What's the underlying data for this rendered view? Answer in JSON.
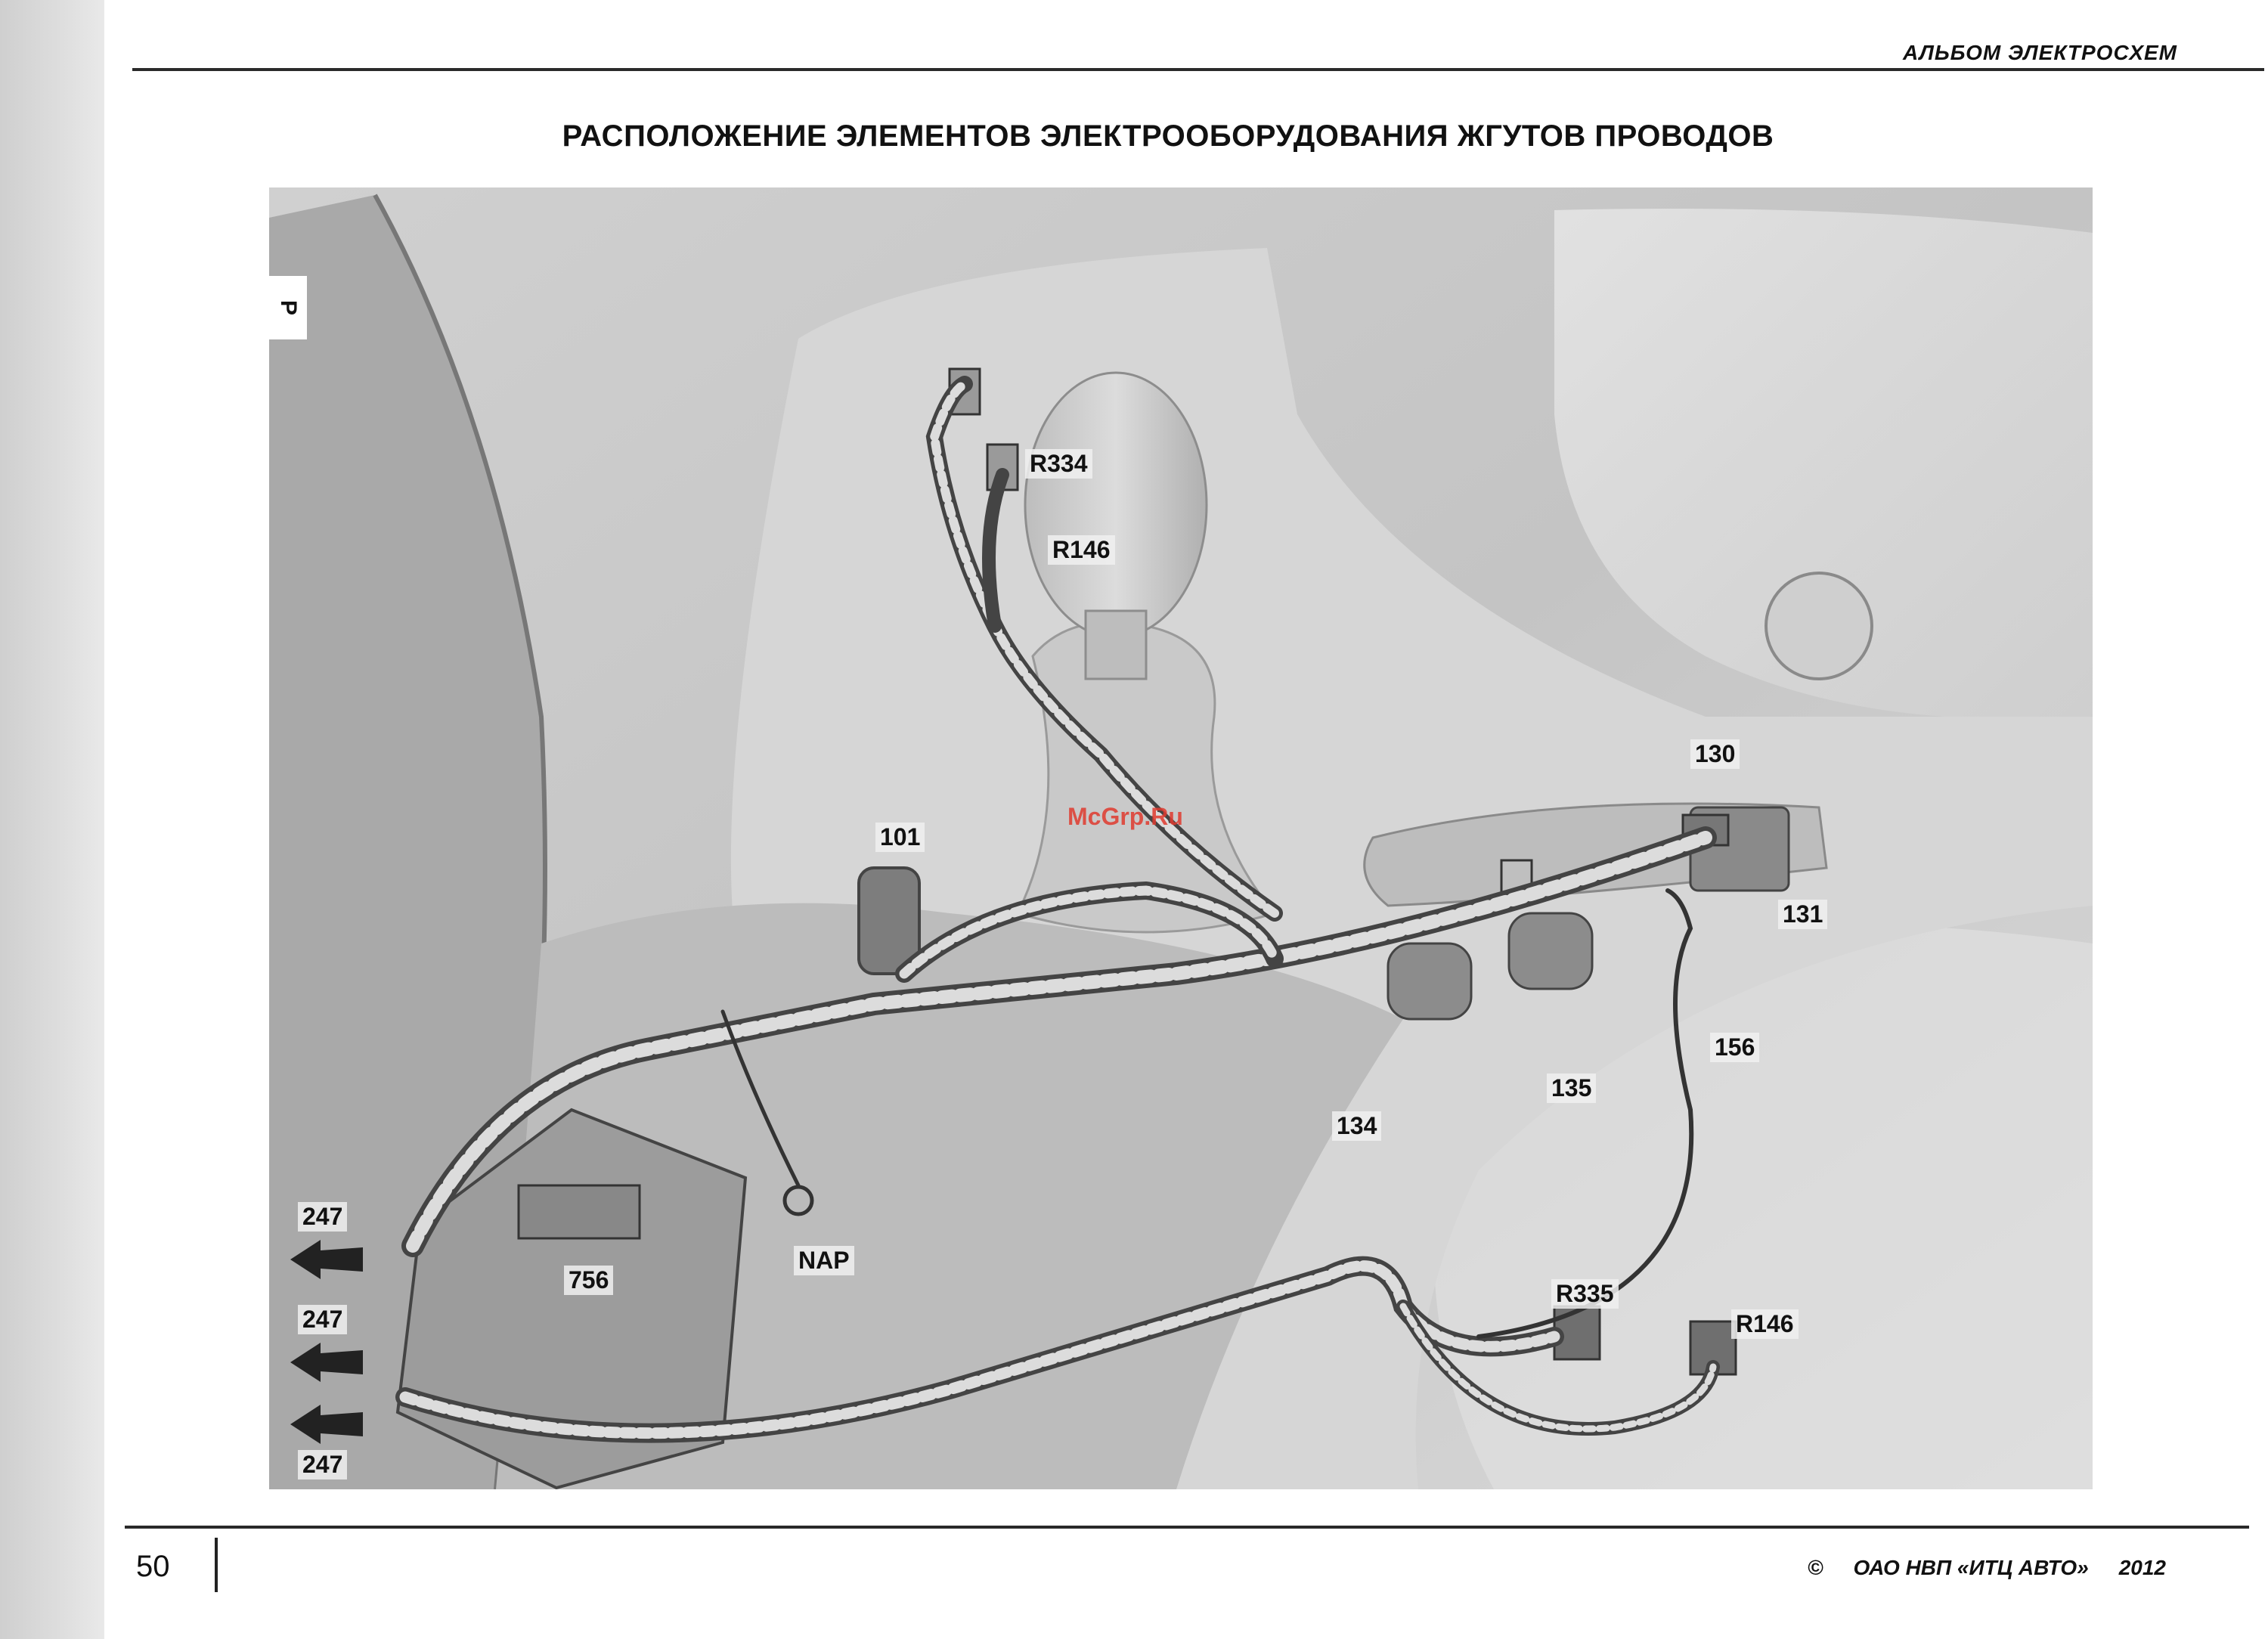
{
  "header": {
    "album_label": "АЛЬБОМ ЭЛЕКТРОСХЕМ",
    "title": "РАСПОЛОЖЕНИЕ ЭЛЕМЕНТОВ ЭЛЕКТРООБОРУДОВАНИЯ ЖГУТОВ ПРОВОДОВ"
  },
  "figure": {
    "side_tab": "Р",
    "watermark": "McGrp.Ru",
    "callouts": {
      "r334": "R334",
      "r146_top": "R146",
      "c101": "101",
      "c130": "130",
      "c131": "131",
      "c156": "156",
      "c135": "135",
      "c134": "134",
      "nap": "NAP",
      "c756": "756",
      "r335": "R335",
      "r146_bottom": "R146",
      "arrow1": "247",
      "arrow2": "247",
      "arrow3": "247"
    }
  },
  "footer": {
    "page_number": "50",
    "copyright_symbol": "©",
    "publisher": "ОАО НВП «ИТЦ АВТО»",
    "year": "2012"
  }
}
